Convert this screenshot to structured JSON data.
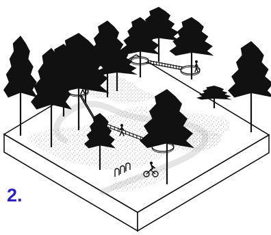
{
  "figure": {
    "panel_label": "2.",
    "colors": {
      "label": "#2a22c8",
      "ink": "#111111",
      "paper": "#ffffff",
      "platform_fill": "#f1f1f1"
    },
    "icons": [
      "tree",
      "walking-person",
      "cyclist",
      "bike-rack",
      "treetop-platform",
      "elevated-walkway"
    ]
  }
}
